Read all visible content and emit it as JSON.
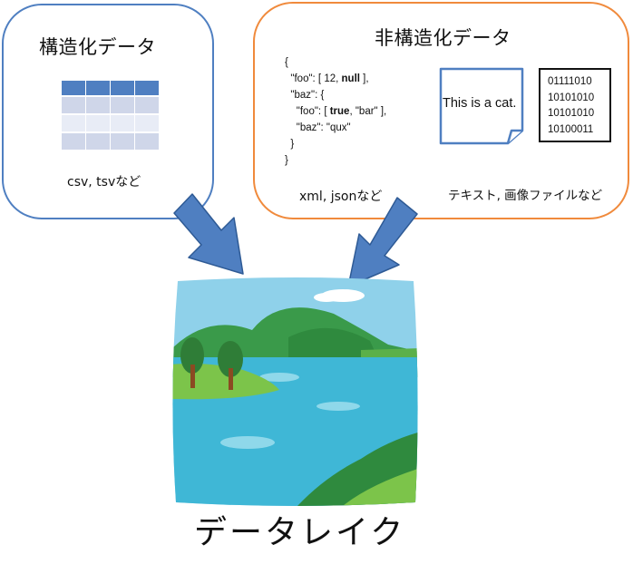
{
  "structured": {
    "title": "構造化データ",
    "caption": "csv, tsvなど",
    "icon": "table-icon",
    "color": "#4f7fc1"
  },
  "unstructured": {
    "title": "非構造化データ",
    "color": "#f08a3c",
    "json_lines": [
      "{",
      "  \"foo\": [ 12, ",
      "null",
      " ],",
      "  \"baz\": {",
      "    \"foo\": [ ",
      "true",
      ", \"bar\" ],",
      "    \"baz\": \"qux\"",
      "  }",
      "}"
    ],
    "json_caption": "xml, jsonなど",
    "note_text": "This is a cat.",
    "binary_lines": [
      "01111010",
      "10101010",
      "10101010",
      "10100011"
    ],
    "files_caption": "テキスト, 画像ファイルなど"
  },
  "lake": {
    "title": "データレイク",
    "icon": "lake-landscape-icon"
  },
  "colors": {
    "arrow": "#4f7fc1",
    "arrow_stroke": "#2e5a95",
    "table_header": "#4f7fc1",
    "table_row_light": "#e8ecf6",
    "table_row_dark": "#cfd6e9",
    "water": "#3fb7d6",
    "hill": "#3a9a4a",
    "sky": "#8fd1ea"
  }
}
